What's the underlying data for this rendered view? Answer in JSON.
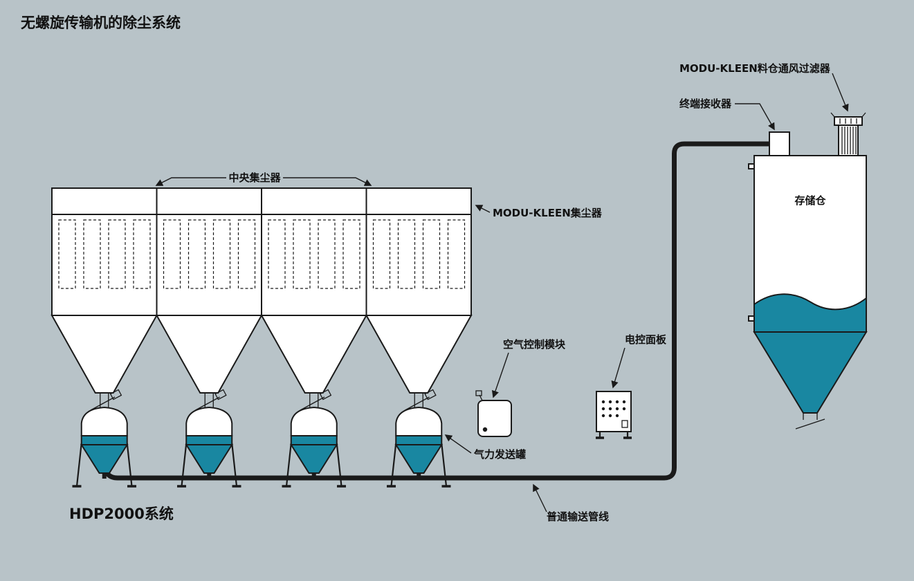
{
  "title": "无螺旋传输机的除尘系统",
  "system_label": "HDP2000系统",
  "labels": {
    "central_collector": "中央集尘器",
    "modu_kleen_collector": "MODU-KLEEN集尘器",
    "air_control_module": "空气控制模块",
    "electric_control_panel": "电控面板",
    "pneumatic_transporter": "气力发送罐",
    "conveying_pipeline": "普通输送管线",
    "terminal_receiver": "终端接收器",
    "bin_vent_filter": "MODU-KLEEN料仓通风过滤器",
    "storage_bin": "存储仓"
  },
  "colors": {
    "background": "#b8c3c8",
    "teal": "#1987a1",
    "line": "#1a1a1a"
  }
}
